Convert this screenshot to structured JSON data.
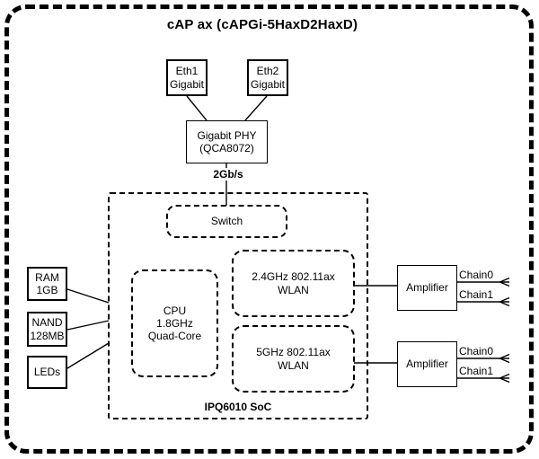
{
  "title": "cAP ax (cAPGi-5HaxD2HaxD)",
  "ethernet": {
    "eth1": "Eth1\nGigabit",
    "eth2": "Eth2\nGigabit"
  },
  "phy": {
    "label": "Gigabit PHY\n(QCA8072)",
    "uplink_speed": "2Gb/s"
  },
  "soc": {
    "name": "IPQ6010 SoC",
    "switch_label": "Switch",
    "cpu_label": "CPU\n1.8GHz\nQuad-Core",
    "wlan_2g_label": "2.4GHz 802.11ax\nWLAN",
    "wlan_5g_label": "5GHz 802.11ax\nWLAN"
  },
  "peripherals": {
    "ram": "RAM\n1GB",
    "nand": "NAND\n128MB",
    "leds": "LEDs"
  },
  "rf": {
    "amp_2g_label": "Amplifier",
    "amp_5g_label": "Amplifier",
    "amp_2g_chains": [
      "Chain0",
      "Chain1"
    ],
    "amp_5g_chains": [
      "Chain0",
      "Chain1"
    ]
  },
  "colors": {
    "ink": "#000000",
    "background": "#ffffff"
  }
}
